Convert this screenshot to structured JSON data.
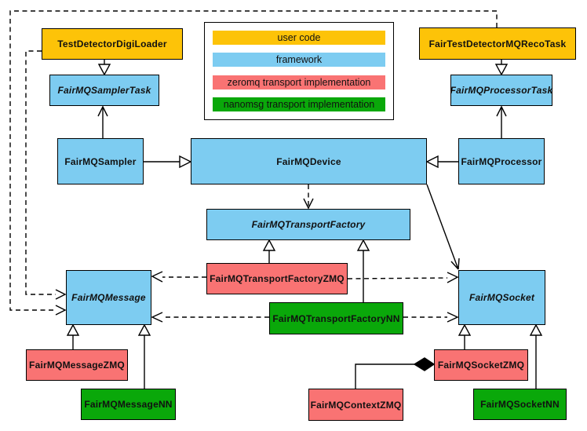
{
  "legend": {
    "items": [
      {
        "label": "user code",
        "color": "#fdc308"
      },
      {
        "label": "framework",
        "color": "#7dccf1"
      },
      {
        "label": "zeromq transport implementation",
        "color": "#f97373"
      },
      {
        "label": "nanomsg transport implementation",
        "color": "#0aa80a"
      }
    ]
  },
  "nodes": {
    "testDetectorDigiLoader": {
      "label": "TestDetectorDigiLoader",
      "category": "user code",
      "abstract": false
    },
    "fairTestDetectorMQRecoTask": {
      "label": "FairTestDetectorMQRecoTask",
      "category": "user code",
      "abstract": false
    },
    "fairMQSamplerTask": {
      "label": "FairMQSamplerTask",
      "category": "framework",
      "abstract": true
    },
    "fairMQProcessorTask": {
      "label": "FairMQProcessorTask",
      "category": "framework",
      "abstract": true
    },
    "fairMQSampler": {
      "label": "FairMQSampler",
      "category": "framework",
      "abstract": false
    },
    "fairMQDevice": {
      "label": "FairMQDevice",
      "category": "framework",
      "abstract": false
    },
    "fairMQProcessor": {
      "label": "FairMQProcessor",
      "category": "framework",
      "abstract": false
    },
    "fairMQTransportFactory": {
      "label": "FairMQTransportFactory",
      "category": "framework",
      "abstract": true
    },
    "fairMQTransportFactoryZMQ": {
      "label": "FairMQTransportFactoryZMQ",
      "category": "zeromq",
      "abstract": false
    },
    "fairMQTransportFactoryNN": {
      "label": "FairMQTransportFactoryNN",
      "category": "nanomsg",
      "abstract": false
    },
    "fairMQMessage": {
      "label": "FairMQMessage",
      "category": "framework",
      "abstract": true
    },
    "fairMQSocket": {
      "label": "FairMQSocket",
      "category": "framework",
      "abstract": true
    },
    "fairMQMessageZMQ": {
      "label": "FairMQMessageZMQ",
      "category": "zeromq",
      "abstract": false
    },
    "fairMQMessageNN": {
      "label": "FairMQMessageNN",
      "category": "nanomsg",
      "abstract": false
    },
    "fairMQSocketZMQ": {
      "label": "FairMQSocketZMQ",
      "category": "zeromq",
      "abstract": false
    },
    "fairMQContextZMQ": {
      "label": "FairMQContextZMQ",
      "category": "zeromq",
      "abstract": false
    },
    "fairMQSocketNN": {
      "label": "FairMQSocketNN",
      "category": "nanomsg",
      "abstract": false
    }
  },
  "edges": [
    {
      "from": "TestDetectorDigiLoader",
      "to": "FairMQSamplerTask",
      "type": "inheritance"
    },
    {
      "from": "FairTestDetectorMQRecoTask",
      "to": "FairMQProcessorTask",
      "type": "inheritance"
    },
    {
      "from": "FairMQSampler",
      "to": "FairMQSamplerTask",
      "type": "association"
    },
    {
      "from": "FairMQProcessor",
      "to": "FairMQProcessorTask",
      "type": "association"
    },
    {
      "from": "FairMQSampler",
      "to": "FairMQDevice",
      "type": "inheritance"
    },
    {
      "from": "FairMQProcessor",
      "to": "FairMQDevice",
      "type": "inheritance"
    },
    {
      "from": "FairMQDevice",
      "to": "FairMQTransportFactory",
      "type": "dependency-dashed"
    },
    {
      "from": "FairMQDevice",
      "to": "FairMQSocket",
      "type": "association"
    },
    {
      "from": "FairMQTransportFactoryZMQ",
      "to": "FairMQTransportFactory",
      "type": "inheritance"
    },
    {
      "from": "FairMQTransportFactoryNN",
      "to": "FairMQTransportFactory",
      "type": "inheritance"
    },
    {
      "from": "FairMQTransportFactoryZMQ",
      "to": "FairMQMessage",
      "type": "dependency-dashed"
    },
    {
      "from": "FairMQTransportFactoryZMQ",
      "to": "FairMQSocket",
      "type": "dependency-dashed"
    },
    {
      "from": "FairMQTransportFactoryNN",
      "to": "FairMQMessage",
      "type": "dependency-dashed"
    },
    {
      "from": "FairMQTransportFactoryNN",
      "to": "FairMQSocket",
      "type": "dependency-dashed"
    },
    {
      "from": "TestDetectorDigiLoader",
      "to": "FairMQMessage",
      "type": "dependency-dashed"
    },
    {
      "from": "FairTestDetectorMQRecoTask",
      "to": "FairMQMessage",
      "type": "dependency-dashed"
    },
    {
      "from": "FairMQMessageZMQ",
      "to": "FairMQMessage",
      "type": "inheritance"
    },
    {
      "from": "FairMQMessageNN",
      "to": "FairMQMessage",
      "type": "inheritance"
    },
    {
      "from": "FairMQSocketZMQ",
      "to": "FairMQSocket",
      "type": "inheritance"
    },
    {
      "from": "FairMQSocketNN",
      "to": "FairMQSocket",
      "type": "inheritance"
    },
    {
      "from": "FairMQContextZMQ",
      "to": "FairMQSocketZMQ",
      "type": "composition"
    }
  ]
}
